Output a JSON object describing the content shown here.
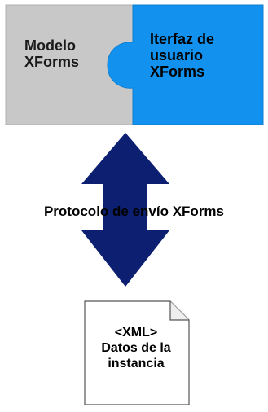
{
  "model": {
    "line1": "Modelo",
    "line2": "XForms"
  },
  "ui": {
    "line1": "Iterfaz de",
    "line2": "usuario",
    "line3": "XForms"
  },
  "protocol": {
    "label": "Protocolo de envío XForms"
  },
  "document": {
    "line1": "<XML>",
    "line2": "Datos de la",
    "line3": "instancia"
  },
  "colors": {
    "model_fill": "#c8c8c8",
    "ui_fill": "#1292ee",
    "arrow_fill": "#0c1f70",
    "doc_fill": "#ffffff",
    "doc_stroke": "#555555"
  }
}
